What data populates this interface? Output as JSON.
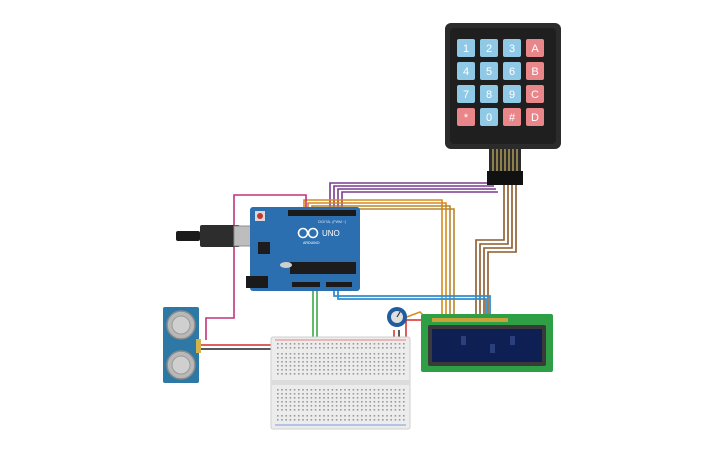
{
  "keypad": {
    "keys": [
      {
        "label": "1",
        "kind": "num"
      },
      {
        "label": "2",
        "kind": "num"
      },
      {
        "label": "3",
        "kind": "num"
      },
      {
        "label": "A",
        "kind": "op"
      },
      {
        "label": "4",
        "kind": "num"
      },
      {
        "label": "5",
        "kind": "num"
      },
      {
        "label": "6",
        "kind": "num"
      },
      {
        "label": "B",
        "kind": "op"
      },
      {
        "label": "7",
        "kind": "num"
      },
      {
        "label": "8",
        "kind": "num"
      },
      {
        "label": "9",
        "kind": "num"
      },
      {
        "label": "C",
        "kind": "op"
      },
      {
        "label": "*",
        "kind": "op"
      },
      {
        "label": "0",
        "kind": "num"
      },
      {
        "label": "#",
        "kind": "op"
      },
      {
        "label": "D",
        "kind": "op"
      }
    ]
  },
  "arduino": {
    "model": "UNO",
    "brand": "ARDUINO",
    "header_text": "DIGITAL (PWM ~)"
  },
  "colors": {
    "keypad_body": "#2b2b2b",
    "key_num": "#8fc9e6",
    "key_op": "#e9868a",
    "board": "#2c6fb1",
    "lcd_bezel": "#2f9f45",
    "lcd_screen": "#0e1f54",
    "sensor": "#2d78a4",
    "breadboard": "#ececec",
    "wire_purple": "#7a3a8f",
    "wire_orange": "#d98a1c",
    "wire_brown": "#8b5a2b",
    "wire_blue": "#2f8fd0",
    "wire_green": "#3aa845",
    "wire_pink": "#c2337a",
    "wire_red": "#d62828",
    "wire_black": "#222222"
  }
}
